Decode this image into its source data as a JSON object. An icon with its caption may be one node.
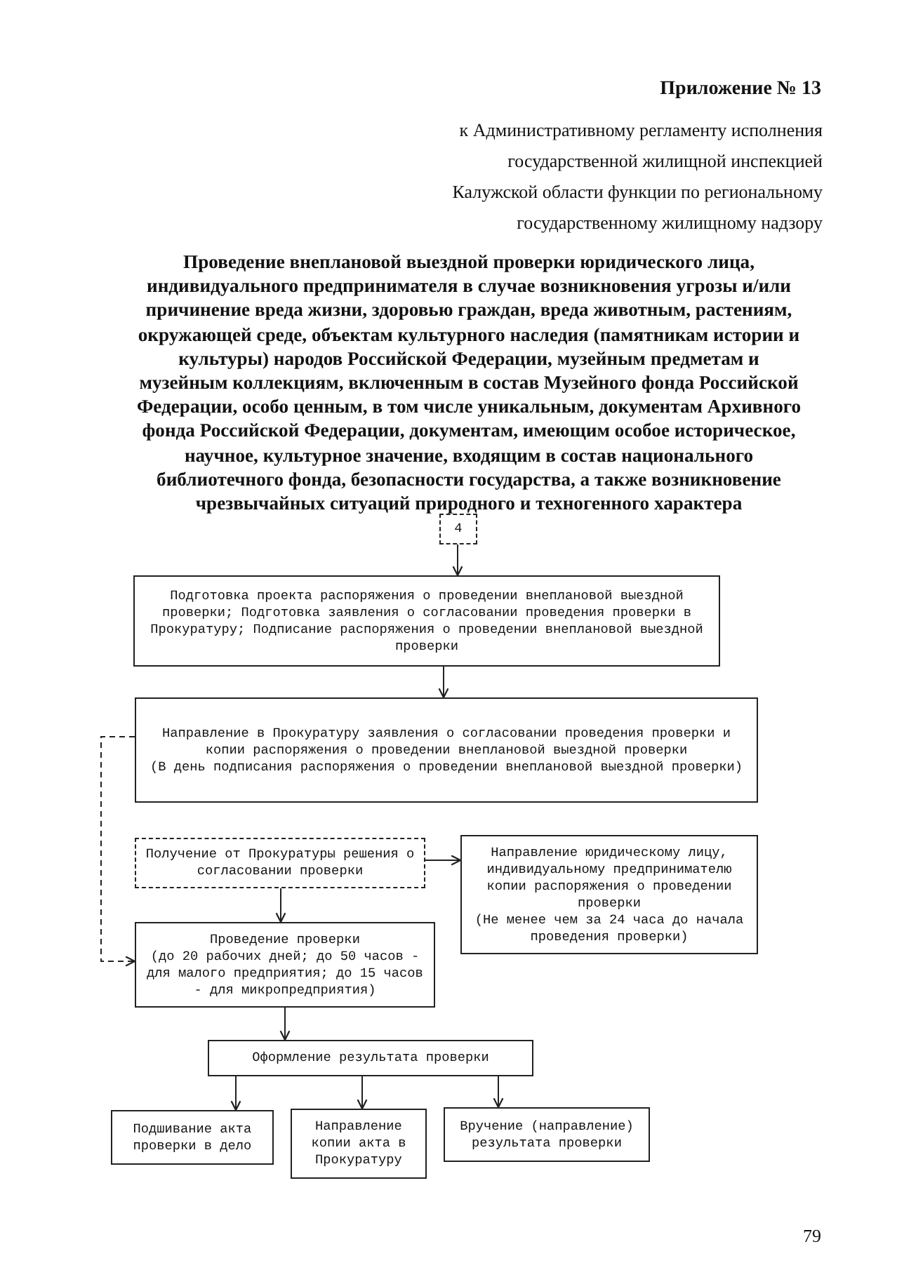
{
  "diagram": {
    "title": "Проведение внеплановой выездной проверки юридического лица, индивидуального предпринимателя в случае возникновения угрозы и/или причинение вреда жизни, здоровью граждан, вреда животным, растениям, окружающей среде, объектам культурного наследия (памятникам истории и культуры) народов Российской Федерации, музейным предметам и музейным коллекциям, включенным в состав Музейного фонда Российской Федерации, особо ценным, в том числе уникальным, документам Архивного фонда Российской Федерации, документам, имеющим особое историческое, научное, культурное значение, входящим в состав национального библиотечного фонда, безопасности государства, а также возникновение чрезвычайных ситуаций природного и техногенного характера",
    "nodes": [
      {
        "text": [
          "4"
        ]
      },
      {
        "text": [
          "Подготовка проекта распоряжения о проведении внеплановой выездной проверки; Подготовка заявления о согласовании проведения проверки в Прокуратуру; Подписание распоряжения о проведении внеплановой выездной проверки"
        ]
      },
      {
        "text": [
          "Направление в Прокуратуру заявления о согласовании проведения проверки и копии распоряжения о проведении внеплановой выездной проверки",
          "(В день подписания распоряжения о проведении внеплановой выездной проверки)"
        ]
      },
      {
        "text": [
          "Получение от Прокуратуры решения о согласовании проверки"
        ]
      },
      {
        "text": [
          "Направление юридическому лицу, индивидуальному предпринимателю копии распоряжения о проведении проверки",
          "(Не менее чем за 24 часа до начала проведения проверки)"
        ]
      },
      {
        "text": [
          "Проведение проверки",
          "(до 20 рабочих дней; до 50 часов - для малого предприятия; до 15 часов - для микропредприятия)"
        ]
      },
      {
        "text": [
          "Оформление результата проверки"
        ]
      },
      {
        "text": [
          "Подшивание акта проверки в дело"
        ]
      },
      {
        "text": [
          "Направление копии акта в Прокуратуру"
        ]
      },
      {
        "text": [
          "Вручение (направление) результата проверки"
        ]
      }
    ],
    "edges": [
      {
        "from": 0,
        "to": 1,
        "arrow": "to"
      },
      {
        "from": 1,
        "to": 2,
        "arrow": "to"
      },
      {
        "from": 2,
        "to": 5,
        "arrow": "to",
        "style": "dashed"
      },
      {
        "from": 3,
        "to": 4,
        "arrow": "to"
      },
      {
        "from": 3,
        "to": 5,
        "arrow": "to"
      },
      {
        "from": 5,
        "to": 6,
        "arrow": "to"
      },
      {
        "from": 6,
        "to": 7,
        "arrow": "to"
      },
      {
        "from": 6,
        "to": 8,
        "arrow": "to"
      },
      {
        "from": 6,
        "to": 9,
        "arrow": "to"
      }
    ],
    "labels": [
      "Приложение № 13",
      "к Административному регламенту исполнения государственной жилищной инспекцией Калужской области функции по региональному государственному жилищному надзору",
      "79"
    ]
  }
}
